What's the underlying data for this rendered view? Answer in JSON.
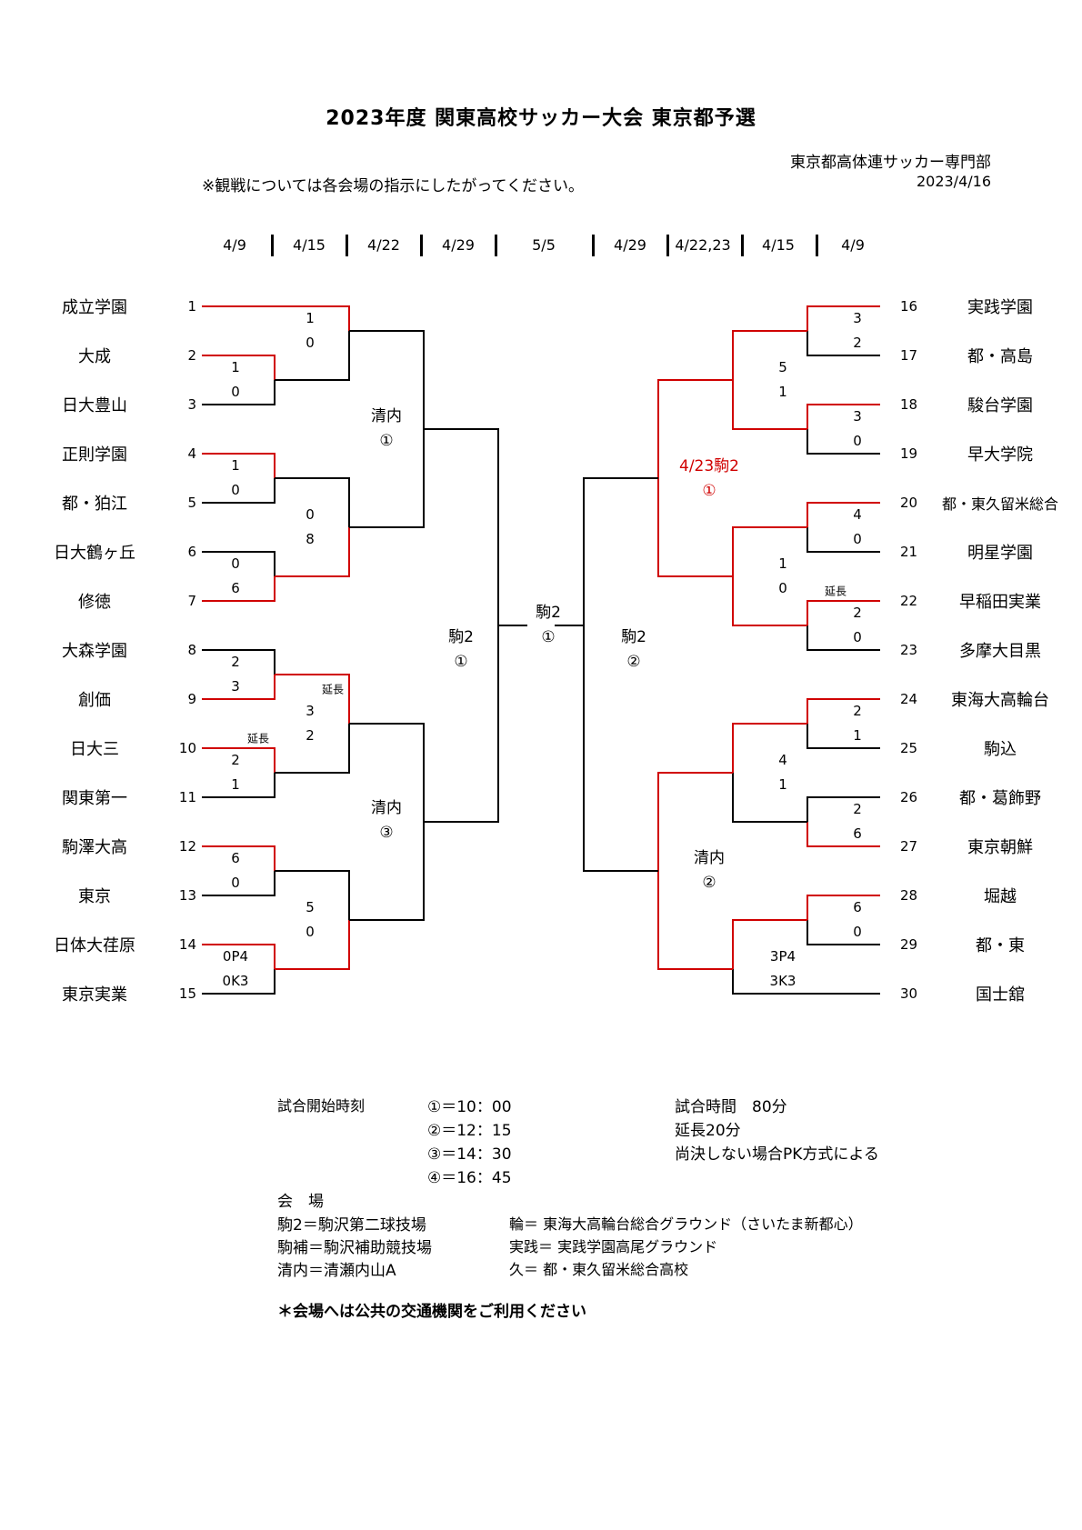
{
  "title": "2023年度  関東高校サッカー大会 東京都予選",
  "organizer": "東京都高体連サッカー専門部",
  "date": "2023/4/16",
  "notice": "※観戦については各会場の指示にしたがってください。",
  "rounds": [
    "4/9",
    "4/15",
    "4/22",
    "4/29",
    "5/5",
    "4/29",
    "4/22,23",
    "4/15",
    "4/9"
  ],
  "teams_left": [
    {
      "name": "成立学園",
      "seed": "1"
    },
    {
      "name": "大成",
      "seed": "2"
    },
    {
      "name": "日大豊山",
      "seed": "3"
    },
    {
      "name": "正則学園",
      "seed": "4"
    },
    {
      "name": "都・狛江",
      "seed": "5"
    },
    {
      "name": "日大鶴ヶ丘",
      "seed": "6"
    },
    {
      "name": "修徳",
      "seed": "7"
    },
    {
      "name": "大森学園",
      "seed": "8"
    },
    {
      "name": "創価",
      "seed": "9"
    },
    {
      "name": "日大三",
      "seed": "10"
    },
    {
      "name": "関東第一",
      "seed": "11"
    },
    {
      "name": "駒澤大高",
      "seed": "12"
    },
    {
      "name": "東京",
      "seed": "13"
    },
    {
      "name": "日体大荏原",
      "seed": "14"
    },
    {
      "name": "東京実業",
      "seed": "15"
    }
  ],
  "teams_right": [
    {
      "name": "実践学園",
      "seed": "16"
    },
    {
      "name": "都・高島",
      "seed": "17"
    },
    {
      "name": "駿台学園",
      "seed": "18"
    },
    {
      "name": "早大学院",
      "seed": "19"
    },
    {
      "name": "都・東久留米総合",
      "seed": "20"
    },
    {
      "name": "明星学園",
      "seed": "21"
    },
    {
      "name": "早稲田実業",
      "seed": "22"
    },
    {
      "name": "多摩大目黒",
      "seed": "23"
    },
    {
      "name": "東海大高輪台",
      "seed": "24"
    },
    {
      "name": "駒込",
      "seed": "25"
    },
    {
      "name": "都・葛飾野",
      "seed": "26"
    },
    {
      "name": "東京朝鮮",
      "seed": "27"
    },
    {
      "name": "堀越",
      "seed": "28"
    },
    {
      "name": "都・東",
      "seed": "29"
    },
    {
      "name": "国士舘",
      "seed": "30"
    }
  ],
  "scores": {
    "m1": [
      "1",
      "0"
    ],
    "m2_3": [
      "1",
      "0"
    ],
    "m4_5": [
      "1",
      "0"
    ],
    "m45_67": [
      "0",
      "8"
    ],
    "m6_7": [
      "0",
      "6"
    ],
    "m8_9": [
      "2",
      "3"
    ],
    "m89_1011": [
      "3",
      "2"
    ],
    "m10_11": [
      "2",
      "1"
    ],
    "m12_13": [
      "6",
      "0"
    ],
    "m1415": [
      "5",
      "0"
    ],
    "m14_15": [
      "0P4",
      "0K3"
    ],
    "m16_17": [
      "3",
      "2"
    ],
    "m1617_1819": [
      "5",
      "1"
    ],
    "m18_19": [
      "3",
      "0"
    ],
    "m20_21": [
      "4",
      "0"
    ],
    "m2021_2223": [
      "1",
      "0"
    ],
    "m22_23": [
      "2",
      "0"
    ],
    "m24_25": [
      "2",
      "1"
    ],
    "m2425_2627": [
      "4",
      "1"
    ],
    "m26_27": [
      "2",
      "6"
    ],
    "m28_29": [
      "6",
      "0"
    ],
    "m2829_30": [
      "3P4",
      "3K3"
    ]
  },
  "extra_time_label": "延長",
  "venues": {
    "left_r3_top": {
      "name": "清内",
      "slot": "①"
    },
    "left_r3_bottom": {
      "name": "清内",
      "slot": "③"
    },
    "left_sf": {
      "name": "駒2",
      "slot": "①"
    },
    "final": {
      "name": "駒2",
      "slot": "①"
    },
    "right_sf": {
      "name": "駒2",
      "slot": "②"
    },
    "right_r3_top": {
      "name": "4/23駒2",
      "slot": "①"
    },
    "right_r3_bottom": {
      "name": "清内",
      "slot": "②"
    }
  },
  "footer": {
    "start_label": "試合開始時刻",
    "times": [
      "①＝10：00",
      "②＝12：15",
      "③＝14：30",
      "④＝16：45"
    ],
    "rules": [
      "試合時間　80分",
      "延長20分",
      "尚決しない場合PK方式による"
    ],
    "venue_label": "会　場",
    "venue_left": [
      "駒2＝駒沢第二球技場",
      "駒補＝駒沢補助競技場",
      "清内＝清瀬内山A"
    ],
    "venue_right": [
      "輪＝ 東海大高輪台総合グラウンド（さいたま新都心）",
      "実践＝ 実践学園高尾グラウンド",
      "久＝ 都・東久留米総合高校"
    ],
    "transport": "＊会場へは公共の交通機関をご利用ください"
  },
  "colors": {
    "winner_line": "#d00000",
    "loser_line": "#000000",
    "highlight_text": "#d00000"
  }
}
